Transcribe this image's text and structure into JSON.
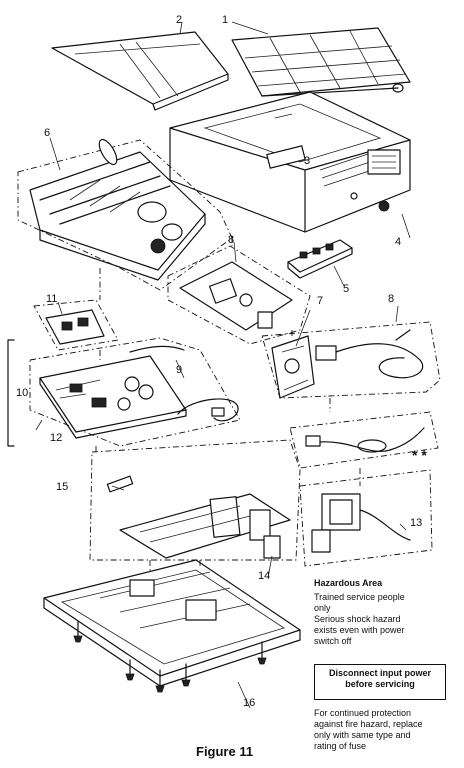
{
  "part_labels": {
    "p1": "1",
    "p2": "2",
    "p3": "3",
    "p4": "4",
    "p5": "5",
    "p6": "6",
    "p7": "7",
    "p8a": "8",
    "p8b": "8",
    "p9": "9",
    "p10": "10",
    "p11": "11",
    "p12": "12",
    "p13": "13",
    "p14": "14",
    "p15": "15",
    "p16": "16",
    "double_star": "* *"
  },
  "notes": {
    "hazard_title": "Hazardous Area",
    "hazard_text": "Trained service people\nonly\nSerious shock hazard\nexists even with power\nswitch off",
    "disconnect": "Disconnect input power\nbefore servicing",
    "fuse": "For continued protection\nagainst fire hazard, replace\nonly with same type and\nrating of fuse"
  },
  "caption": "Figure 11"
}
